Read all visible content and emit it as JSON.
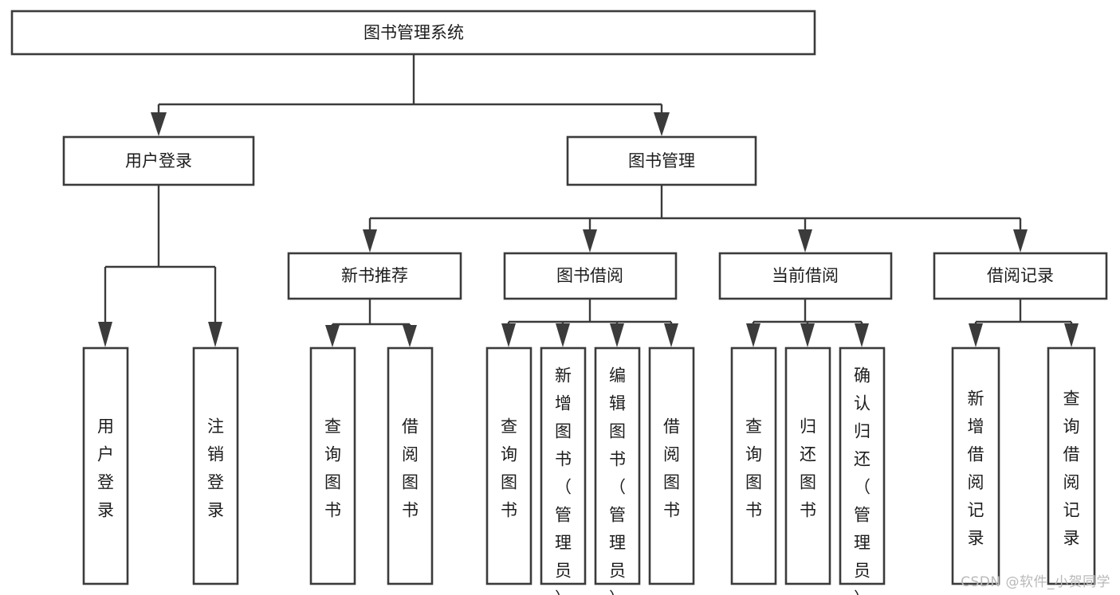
{
  "diagram": {
    "type": "tree",
    "title": "图书管理系统",
    "watermark": "CSDN @软件_小贺同学",
    "root": {
      "id": "root",
      "label": "图书管理系统",
      "orientation": "horizontal"
    },
    "level2": [
      {
        "id": "user-login",
        "label": "用户登录",
        "orientation": "horizontal"
      },
      {
        "id": "book-manage",
        "label": "图书管理",
        "orientation": "horizontal"
      }
    ],
    "level3": [
      {
        "id": "new-book-recommend",
        "label": "新书推荐",
        "orientation": "horizontal",
        "parent": "book-manage"
      },
      {
        "id": "book-borrow",
        "label": "图书借阅",
        "orientation": "horizontal",
        "parent": "book-manage"
      },
      {
        "id": "current-borrow",
        "label": "当前借阅",
        "orientation": "horizontal",
        "parent": "book-manage"
      },
      {
        "id": "borrow-record",
        "label": "借阅记录",
        "orientation": "horizontal",
        "parent": "book-manage"
      }
    ],
    "leaves": [
      {
        "id": "leaf-user-login",
        "label": "用户登录",
        "orientation": "vertical",
        "parent": "user-login"
      },
      {
        "id": "leaf-user-logout",
        "label": "注销登录",
        "orientation": "vertical",
        "parent": "user-login"
      },
      {
        "id": "leaf-query-book-1",
        "label": "查询图书",
        "orientation": "vertical",
        "parent": "new-book-recommend"
      },
      {
        "id": "leaf-borrow-book-1",
        "label": "借阅图书",
        "orientation": "vertical",
        "parent": "new-book-recommend"
      },
      {
        "id": "leaf-query-book-2",
        "label": "查询图书",
        "orientation": "vertical",
        "parent": "book-borrow"
      },
      {
        "id": "leaf-add-book",
        "label": "新增图书（管理员）",
        "orientation": "vertical",
        "parent": "book-borrow"
      },
      {
        "id": "leaf-edit-book",
        "label": "编辑图书（管理员）",
        "orientation": "vertical",
        "parent": "book-borrow"
      },
      {
        "id": "leaf-borrow-book-2",
        "label": "借阅图书",
        "orientation": "vertical",
        "parent": "book-borrow"
      },
      {
        "id": "leaf-query-book-3",
        "label": "查询图书",
        "orientation": "vertical",
        "parent": "current-borrow"
      },
      {
        "id": "leaf-return-book",
        "label": "归还图书",
        "orientation": "vertical",
        "parent": "current-borrow"
      },
      {
        "id": "leaf-confirm-return",
        "label": "确认归还（管理员）",
        "orientation": "vertical",
        "parent": "current-borrow"
      },
      {
        "id": "leaf-add-record",
        "label": "新增借阅记录",
        "orientation": "vertical",
        "parent": "borrow-record"
      },
      {
        "id": "leaf-query-record",
        "label": "查询借阅记录",
        "orientation": "vertical",
        "parent": "borrow-record"
      }
    ],
    "colors": {
      "box_stroke": "#3b3b3b",
      "box_fill": "#ffffff",
      "text": "#1c1c1c",
      "connector": "#3b3b3b",
      "watermark": "#b9b9b9",
      "background": "#ffffff"
    }
  }
}
